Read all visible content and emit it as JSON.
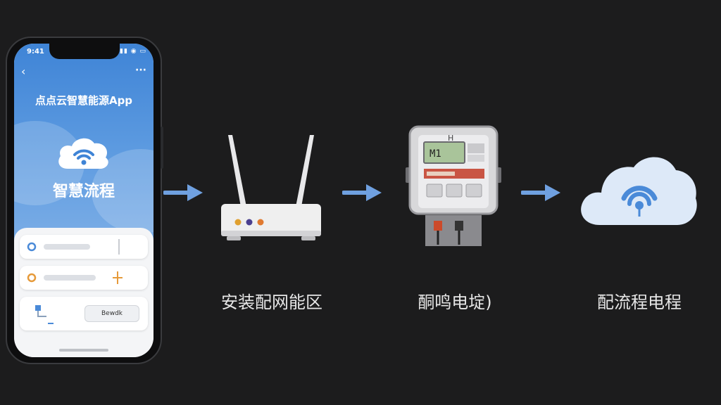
{
  "phone": {
    "status_time": "9:41",
    "status_icons": "▮▮ ◉ ▭",
    "back_label": "‹",
    "more_label": "···",
    "app_title": "点点云智慧能源App",
    "main_label": "智慧流程",
    "card3_button": "Bewdk"
  },
  "steps": [
    {
      "label": "安装配网能区"
    },
    {
      "label": "酮鸣电埞)"
    },
    {
      "label": "配流程电程"
    }
  ],
  "meter": {
    "display_text": "M1",
    "top_mark": "H"
  },
  "colors": {
    "arrow": "#6fa0e0",
    "phone_blue": "#3f84d6",
    "cloud": "#dde9f8",
    "cloud_icon": "#4a8ad8"
  }
}
